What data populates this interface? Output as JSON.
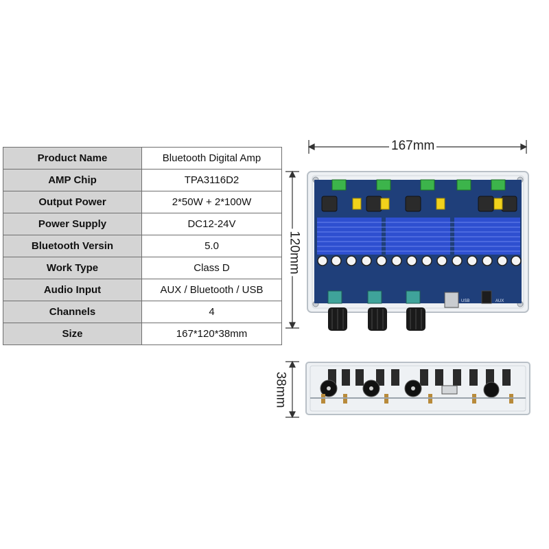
{
  "specs": {
    "rows": [
      {
        "key": "Product Name",
        "value": "Bluetooth Digital Amp"
      },
      {
        "key": "AMP Chip",
        "value": "TPA3116D2"
      },
      {
        "key": "Output Power",
        "value": "2*50W + 2*100W"
      },
      {
        "key": "Power Supply",
        "value": "DC12-24V"
      },
      {
        "key": "Bluetooth Versin",
        "value": "5.0"
      },
      {
        "key": "Work Type",
        "value": "Class D"
      },
      {
        "key": "Audio Input",
        "value": "AUX / Bluetooth / USB"
      },
      {
        "key": "Channels",
        "value": "4"
      },
      {
        "key": "Size",
        "value": "167*120*38mm"
      }
    ]
  },
  "dimensions": {
    "width": "167mm",
    "height": "120mm",
    "depth": "38mm"
  },
  "board": {
    "usb_label": "USB",
    "aux_label": "AUX"
  },
  "colors": {
    "table_key_bg": "#d4d4d4",
    "table_border": "#6e6e6e",
    "pcb": "#1f3f7a",
    "heatsink": "#2e4fd0",
    "terminal": "#3cb44b"
  }
}
